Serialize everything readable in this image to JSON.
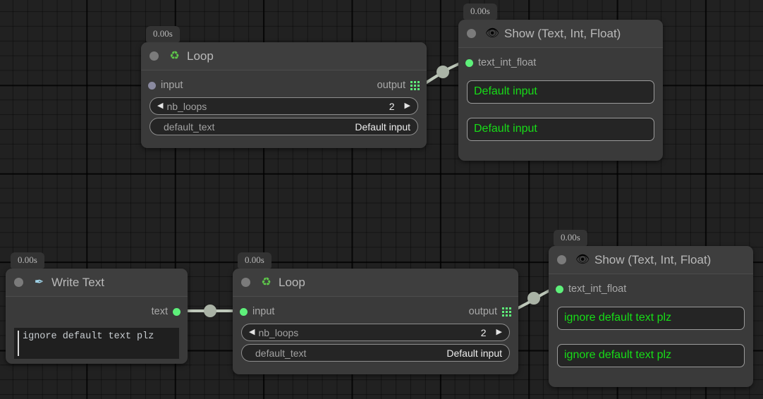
{
  "app": {
    "canvas_label": "node-graph-canvas",
    "background_color": "#212121",
    "accent_green": "#5ef07a",
    "output_text_green": "#17dd17"
  },
  "nodes": [
    {
      "id": "loop-top",
      "time_badge": "0.00s",
      "icon": "recycle-icon",
      "icon_glyph": "♻",
      "title": "Loop",
      "input_port": {
        "label": "input",
        "state": "idle"
      },
      "output_port": {
        "label": "output",
        "icon": "grid-icon"
      },
      "widgets": [
        {
          "type": "stepper",
          "label": "nb_loops",
          "value": "2",
          "left_arrow": "◀",
          "right_arrow": "▶"
        },
        {
          "type": "text",
          "label": "default_text",
          "value": "Default input"
        }
      ]
    },
    {
      "id": "show-top",
      "time_badge": "0.00s",
      "icon": "eye-icon",
      "icon_glyph": "👁",
      "title": "Show (Text, Int, Float)",
      "input_port": {
        "label": "text_int_float",
        "state": "connected"
      },
      "outputs": [
        "Default input",
        "Default input"
      ]
    },
    {
      "id": "write-text",
      "time_badge": "0.00s",
      "icon": "pen-nib-icon",
      "icon_glyph": "✒",
      "title": "Write Text",
      "output_port": {
        "label": "text",
        "state": "connected"
      },
      "editor_text": "ignore default text plz"
    },
    {
      "id": "loop-bottom",
      "time_badge": "0.00s",
      "icon": "recycle-icon",
      "icon_glyph": "♻",
      "title": "Loop",
      "input_port": {
        "label": "input",
        "state": "connected"
      },
      "output_port": {
        "label": "output",
        "icon": "grid-icon"
      },
      "widgets": [
        {
          "type": "stepper",
          "label": "nb_loops",
          "value": "2",
          "left_arrow": "◀",
          "right_arrow": "▶"
        },
        {
          "type": "text",
          "label": "default_text",
          "value": "Default input"
        }
      ]
    },
    {
      "id": "show-bottom",
      "time_badge": "0.00s",
      "icon": "eye-icon",
      "icon_glyph": "👁",
      "title": "Show (Text, Int, Float)",
      "input_port": {
        "label": "text_int_float",
        "state": "connected"
      },
      "outputs": [
        "ignore default text plz",
        "ignore default text plz"
      ]
    }
  ],
  "links": [
    {
      "from": "loop-top.output",
      "to": "show-top.text_int_float"
    },
    {
      "from": "write-text.text",
      "to": "loop-bottom.input"
    },
    {
      "from": "loop-bottom.output",
      "to": "show-bottom.text_int_float"
    }
  ]
}
